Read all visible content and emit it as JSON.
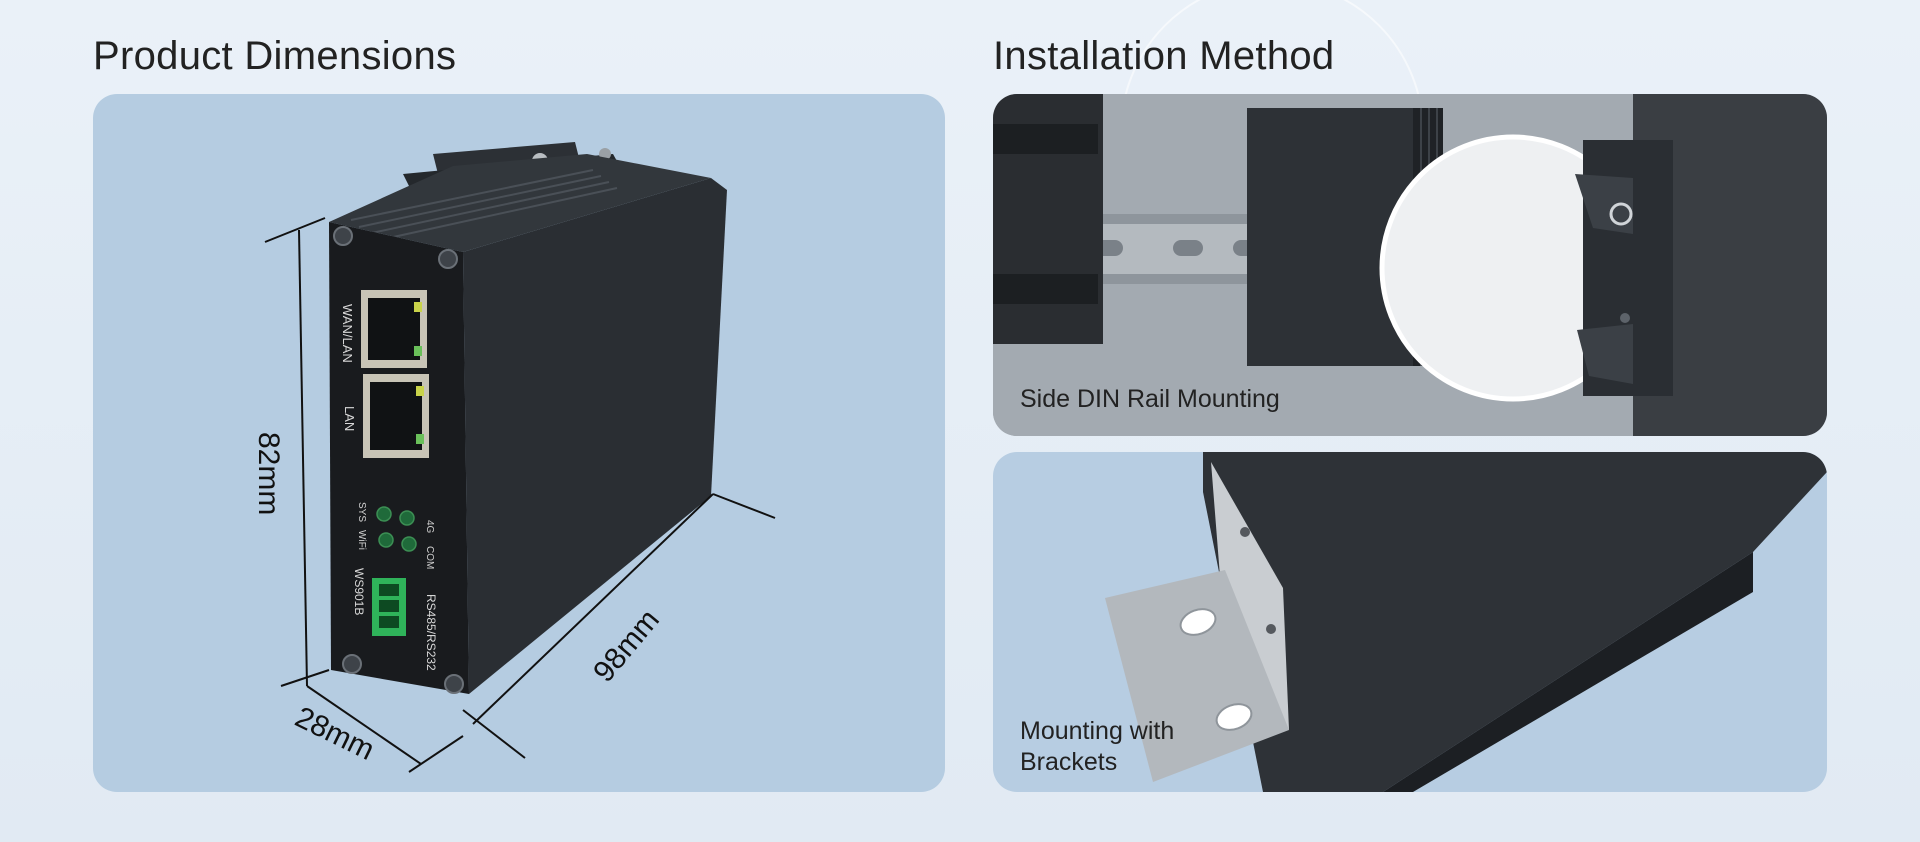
{
  "product_dimensions": {
    "heading": "Product Dimensions",
    "dimensions": {
      "height": "82mm",
      "length": "98mm",
      "depth": "28mm"
    },
    "device_labels": {
      "wan_lan": "WAN/LAN",
      "lan": "LAN",
      "sys": "SYS",
      "wifi": "WiFi",
      "fourg": "4G",
      "com": "COM",
      "model": "WS901B",
      "serial": "RS485/RS232"
    }
  },
  "installation_method": {
    "heading": "Installation Method",
    "din_rail_caption": "Side DIN Rail Mounting",
    "bracket_caption_line1": "Mounting with",
    "bracket_caption_line2": "Brackets"
  }
}
